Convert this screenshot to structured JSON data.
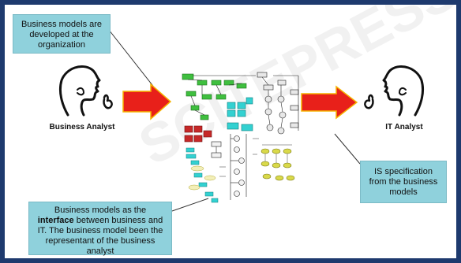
{
  "callouts": {
    "business_models_developed": "Business models are developed at the organization",
    "interface_line1": "Business models as the",
    "interface_bold": "interface",
    "interface_line2": "between business and IT. The business model been the representant of the business analyst",
    "is_specification": "IS specification from the business models"
  },
  "roles": {
    "business_analyst": "Business Analyst",
    "it_analyst": "IT Analyst"
  },
  "colors": {
    "frame": "#1e3a6e",
    "callout_fill": "#8fd1dc",
    "arrow": "#e8201a",
    "arrow_edge": "#f6b400",
    "model_green": "#3fbf3f",
    "model_cyan": "#33d1d1",
    "model_red": "#c62828",
    "model_yellow": "#d9d94a"
  },
  "icons": {
    "left_person": "thinking-person-icon",
    "right_person": "thinking-person-icon",
    "center": "business-model-diagram-icon"
  }
}
